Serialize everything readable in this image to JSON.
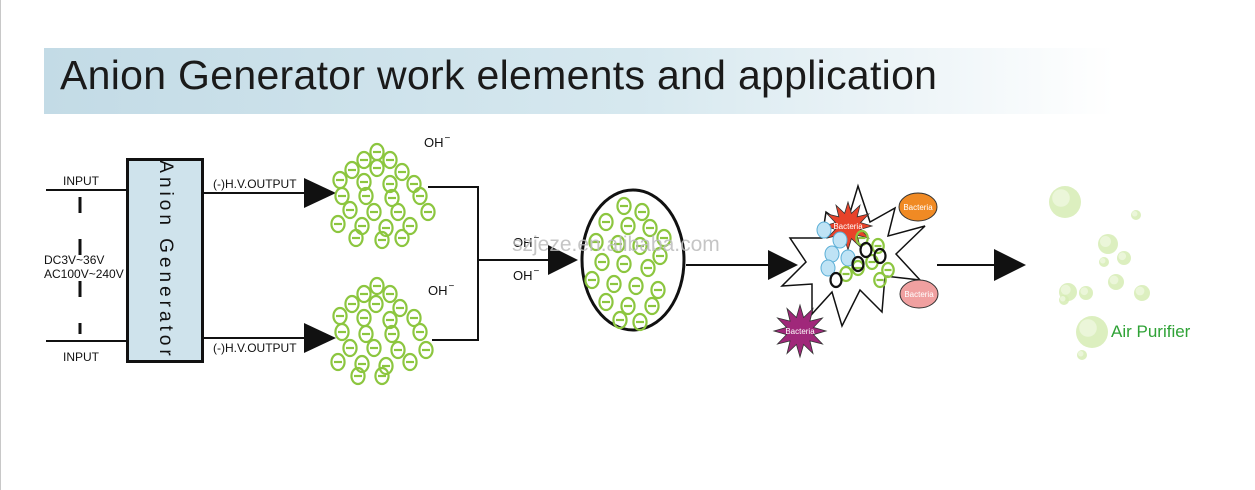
{
  "title": "Anion Generator work elements and application",
  "generator": {
    "label": "Anion Generator",
    "input_top": "INPUT",
    "input_bottom": "INPUT",
    "voltage_dc": "DC3V~36V",
    "voltage_ac": "AC100V~240V",
    "output_top": "(-)H.V.OUTPUT",
    "output_bottom": "(-)H.V.OUTPUT"
  },
  "ion_label": "OH",
  "ion_charge": "−",
  "bacteria_label": "Bacteria",
  "result_label": "Air Purifier",
  "watermark": "szjeze.en.alibaba.com",
  "colors": {
    "ion": "#8cc63f",
    "bacteria_red": "#e8432a",
    "bacteria_orange": "#f08a24",
    "bacteria_pink": "#f0a0a0",
    "bacteria_purple": "#a0287a",
    "result_text": "#2fa236"
  }
}
